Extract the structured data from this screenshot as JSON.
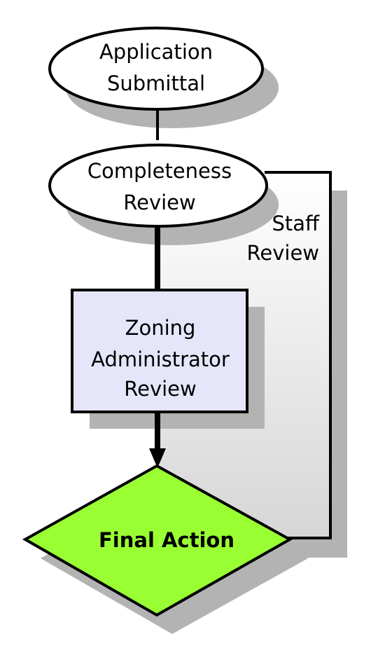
{
  "nodes": {
    "application_submittal": {
      "line1": "Application",
      "line2": "Submittal"
    },
    "completeness_review": {
      "line1": "Completeness",
      "line2": "Review"
    },
    "zoning_admin_review": {
      "line1": "Zoning",
      "line2": "Administrator",
      "line3": "Review"
    },
    "final_action": {
      "label": "Final Action"
    }
  },
  "edges": {
    "staff_review": {
      "line1": "Staff",
      "line2": "Review"
    }
  },
  "colors": {
    "shadow": "#b3b3b3",
    "ellipse_fill": "#ffffff",
    "box_fill": "#e6e6fa",
    "diamond_fill": "#99ff33",
    "stroke": "#000000",
    "gradient_light": "#ffffff",
    "gradient_dark": "#d9d9d9"
  }
}
